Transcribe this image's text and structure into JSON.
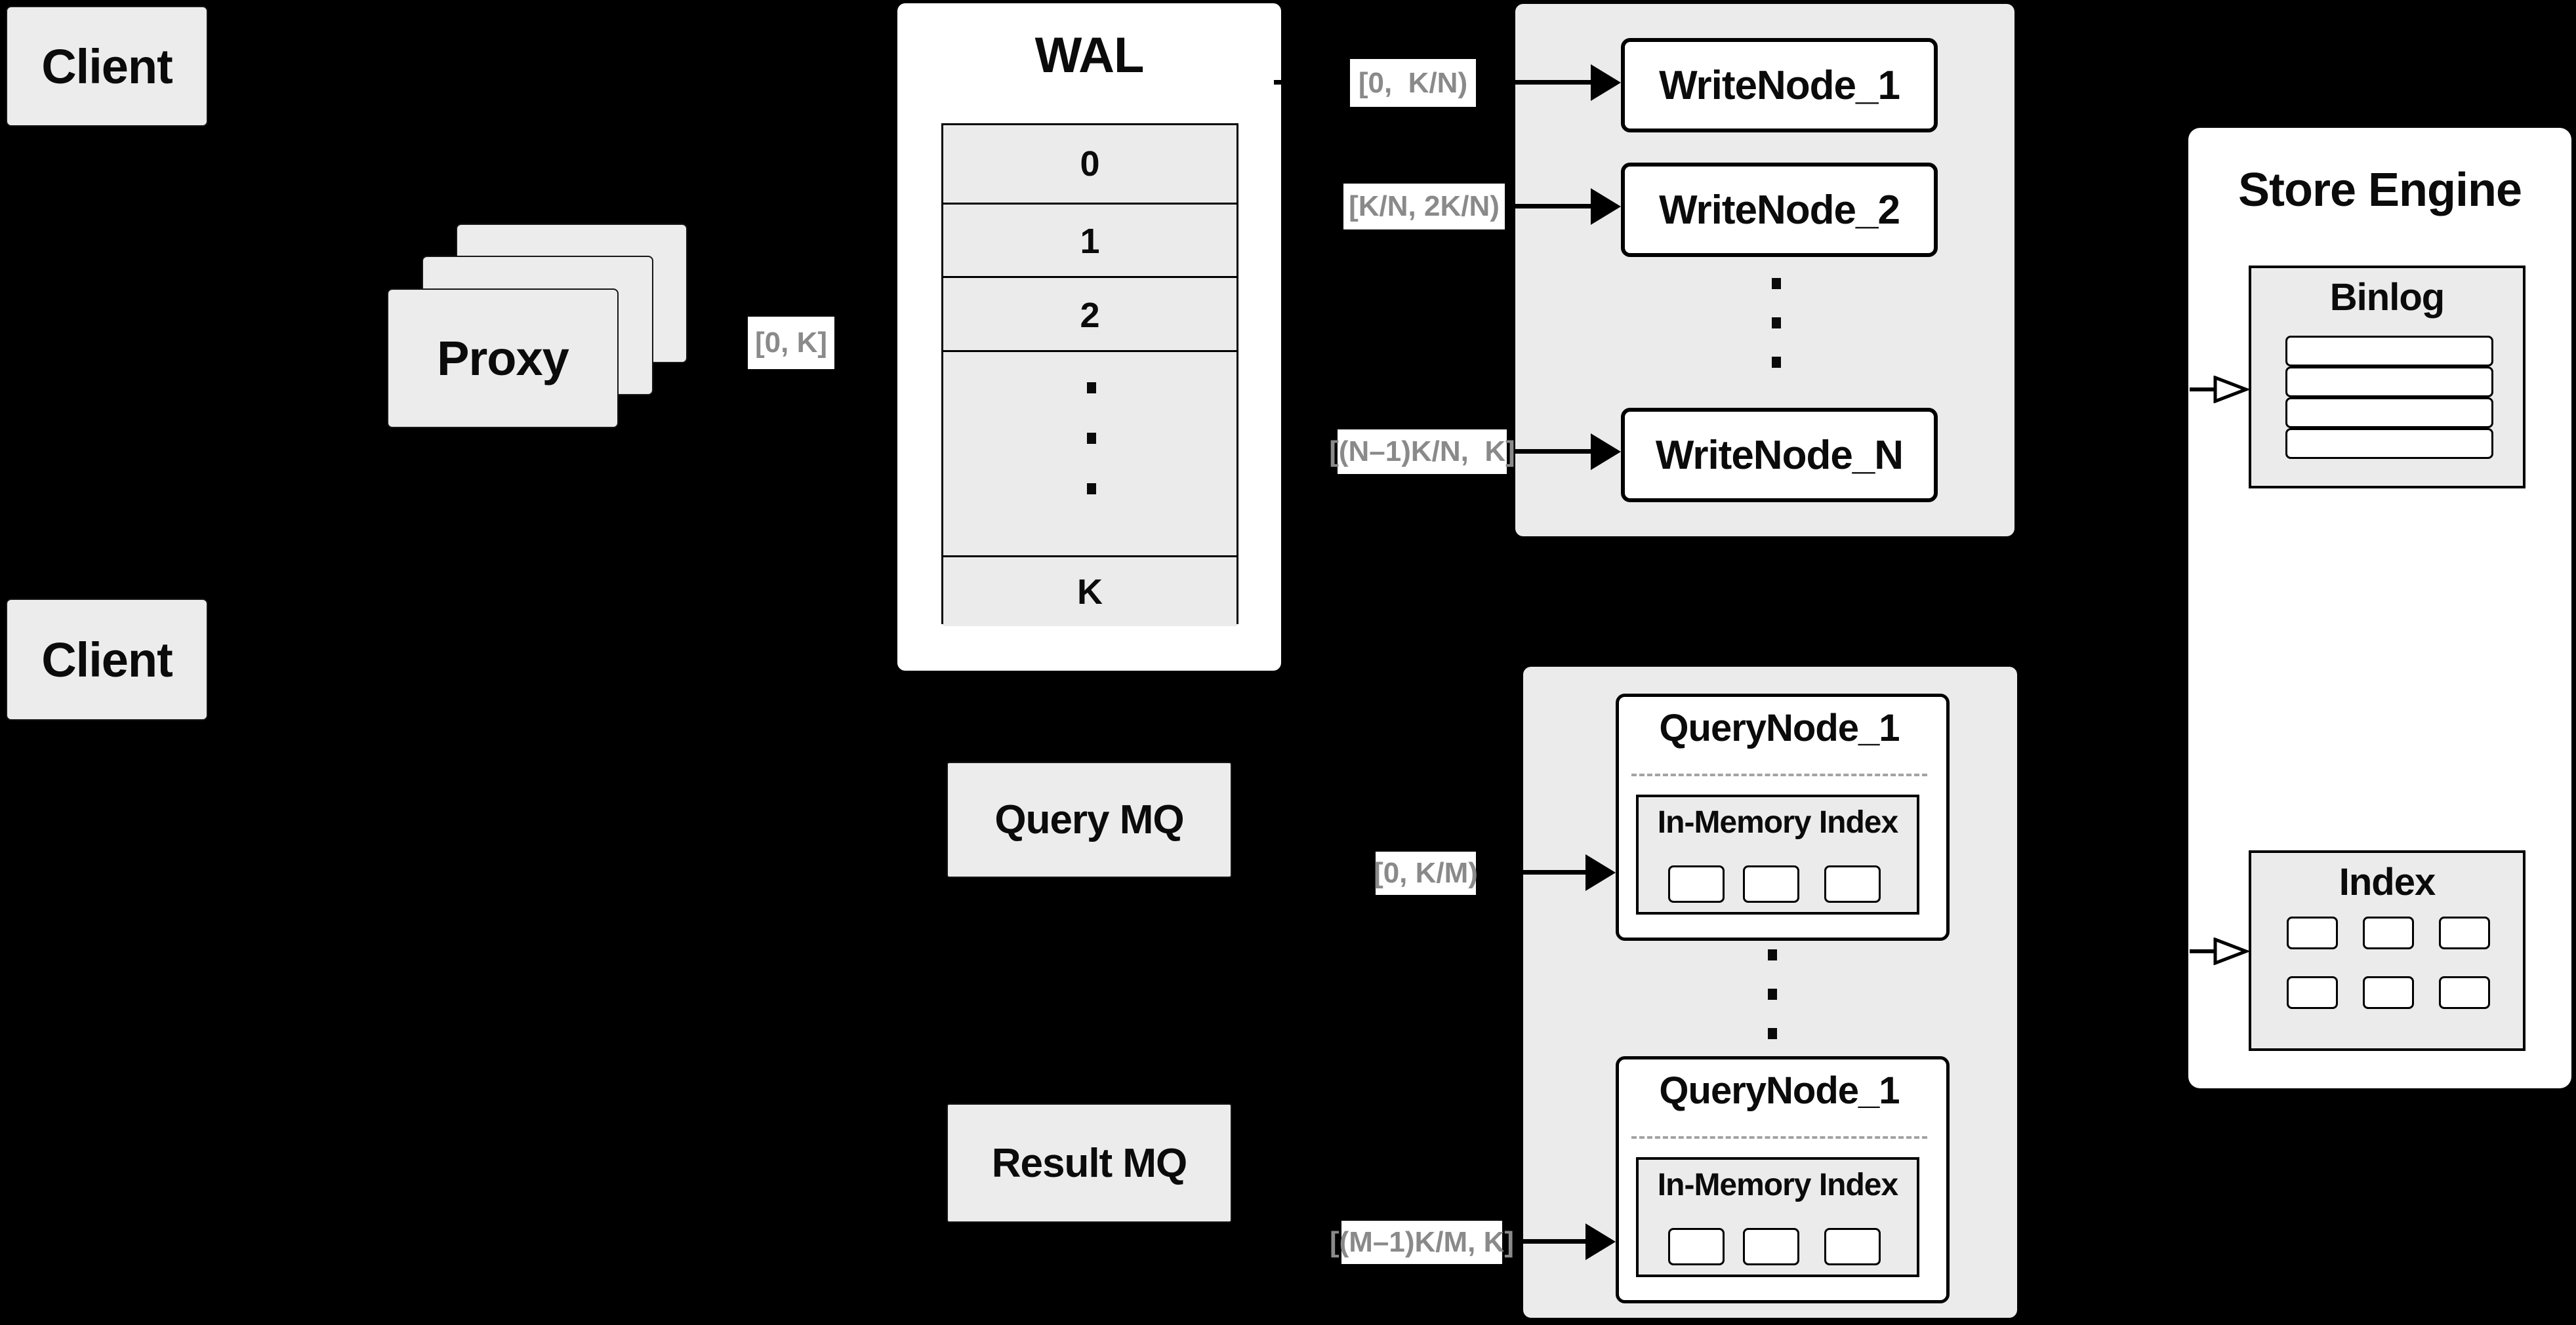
{
  "clients": [
    {
      "label": "Client"
    },
    {
      "label": "Client"
    }
  ],
  "proxy": {
    "label": "Proxy"
  },
  "wal": {
    "title": "WAL",
    "rows": [
      "0",
      "1",
      "2"
    ],
    "last_row": "K"
  },
  "range_labels": {
    "proxy_to_wal": "[0, K]",
    "wal_to_write_1": "[0,  K/N)",
    "wal_to_write_2": "[K/N, 2K/N)",
    "wal_to_write_n": "[(N–1)K/N,  K]",
    "query_mq_to_node": "[0, K/M)",
    "result_mq_to_node": "[(M–1)K/M, K]"
  },
  "write_group": {
    "node_1": "WriteNode_1",
    "node_2": "WriteNode_2",
    "node_n": "WriteNode_N"
  },
  "mq": {
    "query": "Query MQ",
    "result": "Result MQ"
  },
  "query_group": {
    "node_top": "QueryNode_1",
    "node_bottom": "QueryNode_1",
    "in_memory_title": "In-Memory Index"
  },
  "store_engine": {
    "title": "Store Engine",
    "binlog": "Binlog",
    "index": "Index"
  },
  "colors": {
    "background": "#000000",
    "panel": "#ebebeb",
    "box": "#ececec",
    "node": "#ffffff",
    "line": "#000000",
    "muted_text": "#8a8a8a",
    "text": "#0b0b0b"
  }
}
